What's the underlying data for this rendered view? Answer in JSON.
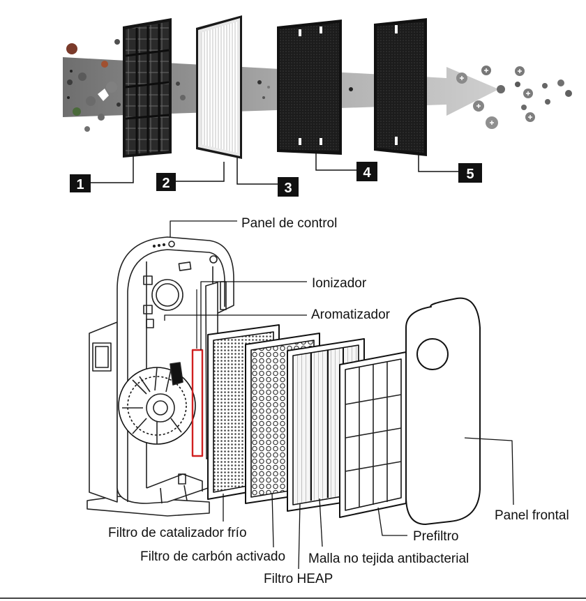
{
  "top": {
    "stages": [
      "1",
      "2",
      "3",
      "4",
      "5"
    ]
  },
  "labels": {
    "control_panel": "Panel de control",
    "ionizer": "Ionizador",
    "aromatizer": "Aromatizador",
    "cold_catalyst": "Filtro de catalizador frío",
    "activated_carbon": "Filtro de carbón activado",
    "heap": "Filtro HEAP",
    "antibacterial_mesh": "Malla no tejida antibacterial",
    "prefilter": "Prefiltro",
    "front_panel": "Panel frontal"
  },
  "colors": {
    "ionizer_highlight": "#d02020",
    "arrow_gray": "#9a9a9a",
    "frame_dark": "#1a1a1a"
  }
}
